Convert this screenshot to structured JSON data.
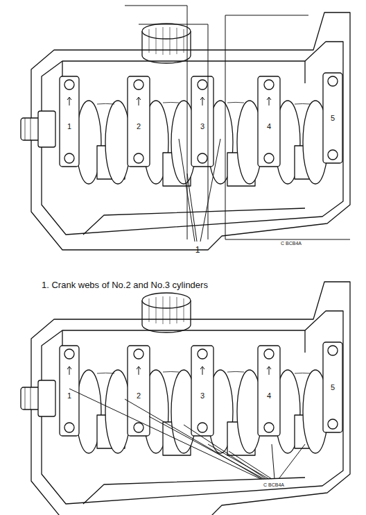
{
  "diagram": {
    "caption": "1. Crank webs of No.2 and No.3 cylinders",
    "labels": [
      "1",
      "2",
      "3",
      "4",
      "5",
      "C BCB4A",
      "1",
      "1",
      "2",
      "3",
      "4",
      "5",
      "C BCB4A"
    ]
  }
}
